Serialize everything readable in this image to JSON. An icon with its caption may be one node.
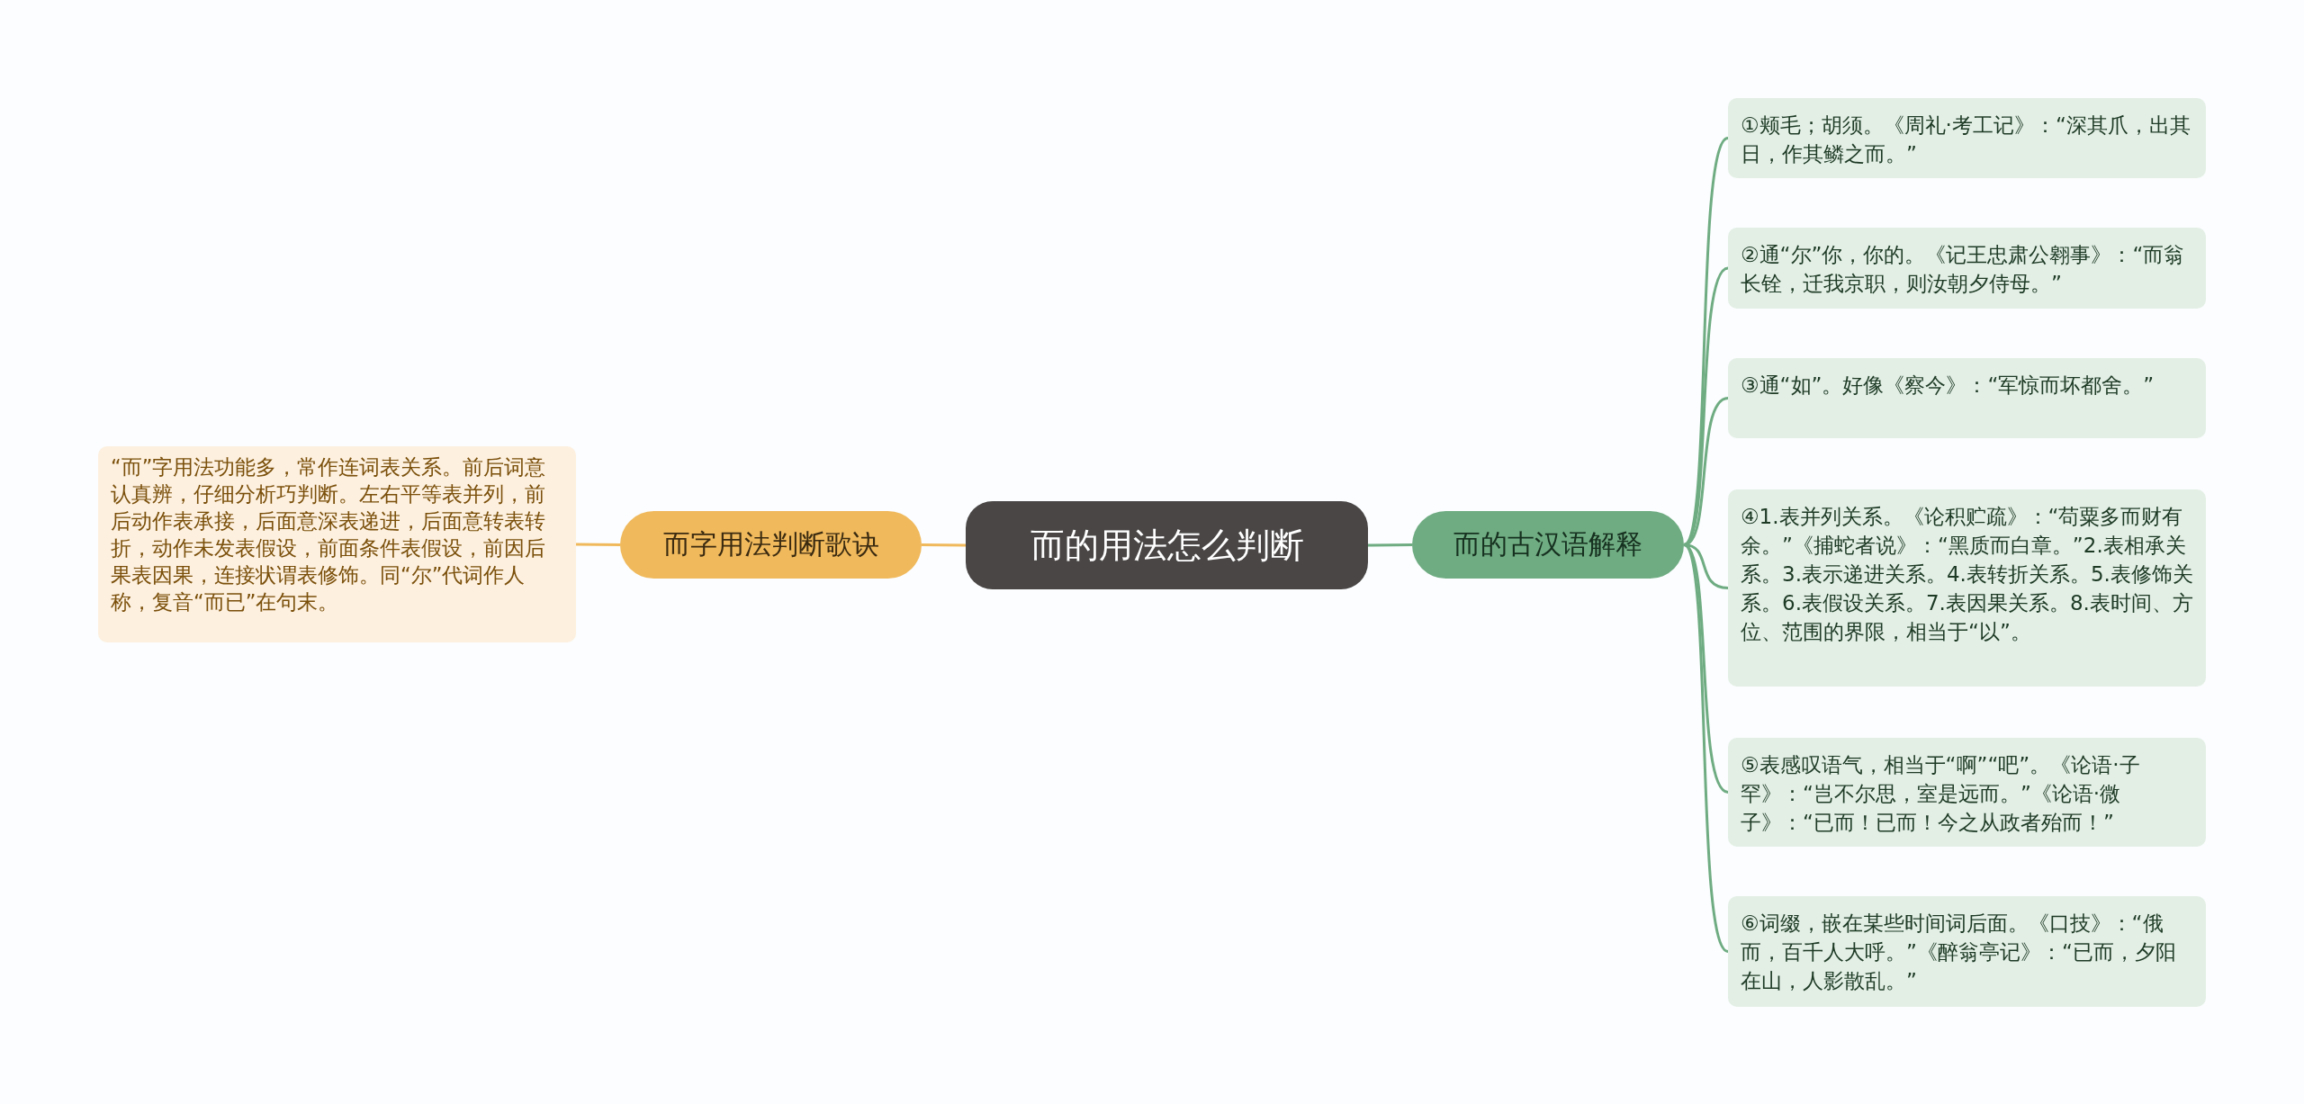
{
  "diagram": {
    "nodes": [
      {
        "text": [
          "而的用法怎么判断"
        ]
      },
      {
        "text": [
          "而字用法判断歌诀"
        ]
      },
      {
        "text": [
          "“而”字用法功能多，常作连词表关系。前后词意认真辨，仔细分析巧判断。左右平等表并列，前后动作表承接，后面意深表递进，后面意转表转折，动作未发表假设，前面条件表假设，前因后果表因果，连接状谓表修饰。同“尔”代词作人称，复音“而已”在句末。"
        ]
      },
      {
        "text": [
          "而的古汉语解释"
        ]
      },
      {
        "text": [
          "①颊毛；胡须。《周礼·考工记》：“深其爪，出其日，作其鳞之而。”"
        ]
      },
      {
        "text": [
          "②通“尔”你，你的。《记王忠肃公翱事》：“而翁长铨，迁我京职，则汝朝夕侍母。”"
        ]
      },
      {
        "text": [
          "③通“如”。好像《察今》：“军惊而坏都舍。”"
        ]
      },
      {
        "text": [
          "④1.表并列关系。《论积贮疏》：“苟粟多而财有余。”《捕蛇者说》：“黑质而白章。”2.表相承关系。3.表示递进关系。4.表转折关系。5.表修饰关系。6.表假设关系。7.表因果关系。8.表时间、方位、范围的界限，相当于“以”。"
        ]
      },
      {
        "text": [
          "⑤表感叹语气，相当于“啊”“吧”。《论语·子罕》：“岂不尔思，室是远而。”《论语·微子》：“已而！已而！今之从政者殆而！”"
        ]
      },
      {
        "text": [
          "⑥词缀，嵌在某些时间词后面。《口技》：“俄而，百千人大呼。”《醉翁亭记》：“已而，夕阳在山，人影散乱。”"
        ]
      }
    ],
    "edges": [
      {
        "from": 0,
        "to": 1,
        "arrow": "none",
        "color": "#f0b95c"
      },
      {
        "from": 1,
        "to": 2,
        "arrow": "none",
        "color": "#f0b95c"
      },
      {
        "from": 0,
        "to": 3,
        "arrow": "none"
      },
      {
        "from": 3,
        "to": 4,
        "arrow": "none"
      },
      {
        "from": 3,
        "to": 5,
        "arrow": "none"
      },
      {
        "from": 3,
        "to": 6,
        "arrow": "none"
      },
      {
        "from": 3,
        "to": 7,
        "arrow": "none"
      },
      {
        "from": 3,
        "to": 8,
        "arrow": "none"
      },
      {
        "from": 3,
        "to": 9,
        "arrow": "none"
      }
    ]
  }
}
